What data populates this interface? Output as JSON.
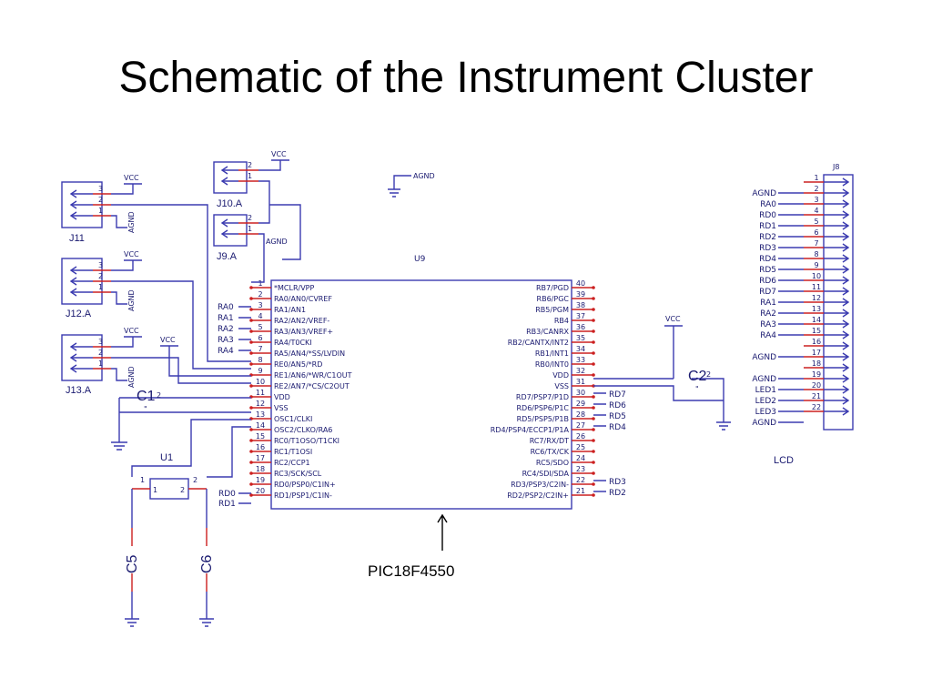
{
  "title": "Schematic of the Instrument Cluster",
  "chip_caption": "PIC18F4550",
  "mcu": {
    "ref": "U9",
    "left_pins": [
      {
        "num": "1",
        "name": "*MCLR/VPP"
      },
      {
        "num": "2",
        "name": "RA0/AN0/CVREF"
      },
      {
        "num": "3",
        "name": "RA1/AN1"
      },
      {
        "num": "4",
        "name": "RA2/AN2/VREF-"
      },
      {
        "num": "5",
        "name": "RA3/AN3/VREF+"
      },
      {
        "num": "6",
        "name": "RA4/T0CKI"
      },
      {
        "num": "7",
        "name": "RA5/AN4/*SS/LVDIN"
      },
      {
        "num": "8",
        "name": "RE0/AN5/*RD"
      },
      {
        "num": "9",
        "name": "RE1/AN6/*WR/C1OUT"
      },
      {
        "num": "10",
        "name": "RE2/AN7/*CS/C2OUT"
      },
      {
        "num": "11",
        "name": "VDD"
      },
      {
        "num": "12",
        "name": "VSS"
      },
      {
        "num": "13",
        "name": "OSC1/CLKI"
      },
      {
        "num": "14",
        "name": "OSC2/CLKO/RA6"
      },
      {
        "num": "15",
        "name": "RC0/T1OSO/T1CKI"
      },
      {
        "num": "16",
        "name": "RC1/T1OSI"
      },
      {
        "num": "17",
        "name": "RC2/CCP1"
      },
      {
        "num": "18",
        "name": "RC3/SCK/SCL"
      },
      {
        "num": "19",
        "name": "RD0/PSP0/C1IN+"
      },
      {
        "num": "20",
        "name": "RD1/PSP1/C1IN-"
      }
    ],
    "right_pins": [
      {
        "num": "40",
        "name": "RB7/PGD"
      },
      {
        "num": "39",
        "name": "RB6/PGC"
      },
      {
        "num": "38",
        "name": "RB5/PGM"
      },
      {
        "num": "37",
        "name": "RB4"
      },
      {
        "num": "36",
        "name": "RB3/CANRX"
      },
      {
        "num": "35",
        "name": "RB2/CANTX/INT2"
      },
      {
        "num": "34",
        "name": "RB1/INT1"
      },
      {
        "num": "33",
        "name": "RB0/INT0"
      },
      {
        "num": "32",
        "name": "VDD"
      },
      {
        "num": "31",
        "name": "VSS"
      },
      {
        "num": "30",
        "name": "RD7/PSP7/P1D"
      },
      {
        "num": "29",
        "name": "RD6/PSP6/P1C"
      },
      {
        "num": "28",
        "name": "RD5/PSP5/P1B"
      },
      {
        "num": "27",
        "name": "RD4/PSP4/ECCP1/P1A"
      },
      {
        "num": "26",
        "name": "RC7/RX/DT"
      },
      {
        "num": "25",
        "name": "RC6/TX/CK"
      },
      {
        "num": "24",
        "name": "RC5/SDO"
      },
      {
        "num": "23",
        "name": "RC4/SDI/SDA"
      },
      {
        "num": "22",
        "name": "RD3/PSP3/C2IN-"
      },
      {
        "num": "21",
        "name": "RD2/PSP2/C2IN+"
      }
    ],
    "left_nets": [
      "",
      "RA0",
      "RA1",
      "RA2",
      "RA3",
      "RA4"
    ],
    "bottom_left_nets": [
      "RD0",
      "RD1"
    ],
    "right_nets": [
      "RD7",
      "RD6",
      "RD5",
      "RD4"
    ],
    "right_bottom_nets": [
      "RD3",
      "RD2"
    ]
  },
  "connectors": {
    "j11": {
      "ref": "J11",
      "pins": [
        "3",
        "2",
        "1"
      ]
    },
    "j12": {
      "ref": "J12.A",
      "pins": [
        "3",
        "2",
        "1"
      ]
    },
    "j13": {
      "ref": "J13.A",
      "pins": [
        "3",
        "2",
        "1"
      ]
    },
    "j10": {
      "ref": "J10.A",
      "pins": [
        "2",
        "1"
      ]
    },
    "j9": {
      "ref": "J9.A",
      "pins": [
        "2",
        "1"
      ]
    }
  },
  "lcd": {
    "ref": "J8",
    "caption": "LCD",
    "pins": [
      {
        "num": "1",
        "net": ""
      },
      {
        "num": "2",
        "net": "AGND"
      },
      {
        "num": "3",
        "net": "RA0"
      },
      {
        "num": "4",
        "net": "RD0"
      },
      {
        "num": "5",
        "net": "RD1"
      },
      {
        "num": "6",
        "net": "RD2"
      },
      {
        "num": "7",
        "net": "RD3"
      },
      {
        "num": "8",
        "net": "RD4"
      },
      {
        "num": "9",
        "net": "RD5"
      },
      {
        "num": "10",
        "net": "RD6"
      },
      {
        "num": "11",
        "net": "RD7"
      },
      {
        "num": "12",
        "net": "RA1"
      },
      {
        "num": "13",
        "net": "RA2"
      },
      {
        "num": "14",
        "net": "RA3"
      },
      {
        "num": "15",
        "net": "RA4"
      },
      {
        "num": "16",
        "net": ""
      },
      {
        "num": "17",
        "net": "AGND"
      },
      {
        "num": "18",
        "net": ""
      },
      {
        "num": "19",
        "net": "AGND"
      },
      {
        "num": "20",
        "net": "LED1"
      },
      {
        "num": "21",
        "net": "LED2"
      },
      {
        "num": "22",
        "net": "LED3"
      },
      {
        "num": "",
        "net": "AGND"
      }
    ]
  },
  "power": {
    "vcc": "VCC",
    "agnd": "AGND"
  },
  "components": {
    "c1": "C1",
    "c2": "C2",
    "c5": "C5",
    "c6": "C6",
    "u1": "U1",
    "pin1": "1",
    "pin2": "2"
  },
  "colors": {
    "wire": "#3b3bb0",
    "pin": "#cc2020",
    "text": "#1a1a70"
  }
}
